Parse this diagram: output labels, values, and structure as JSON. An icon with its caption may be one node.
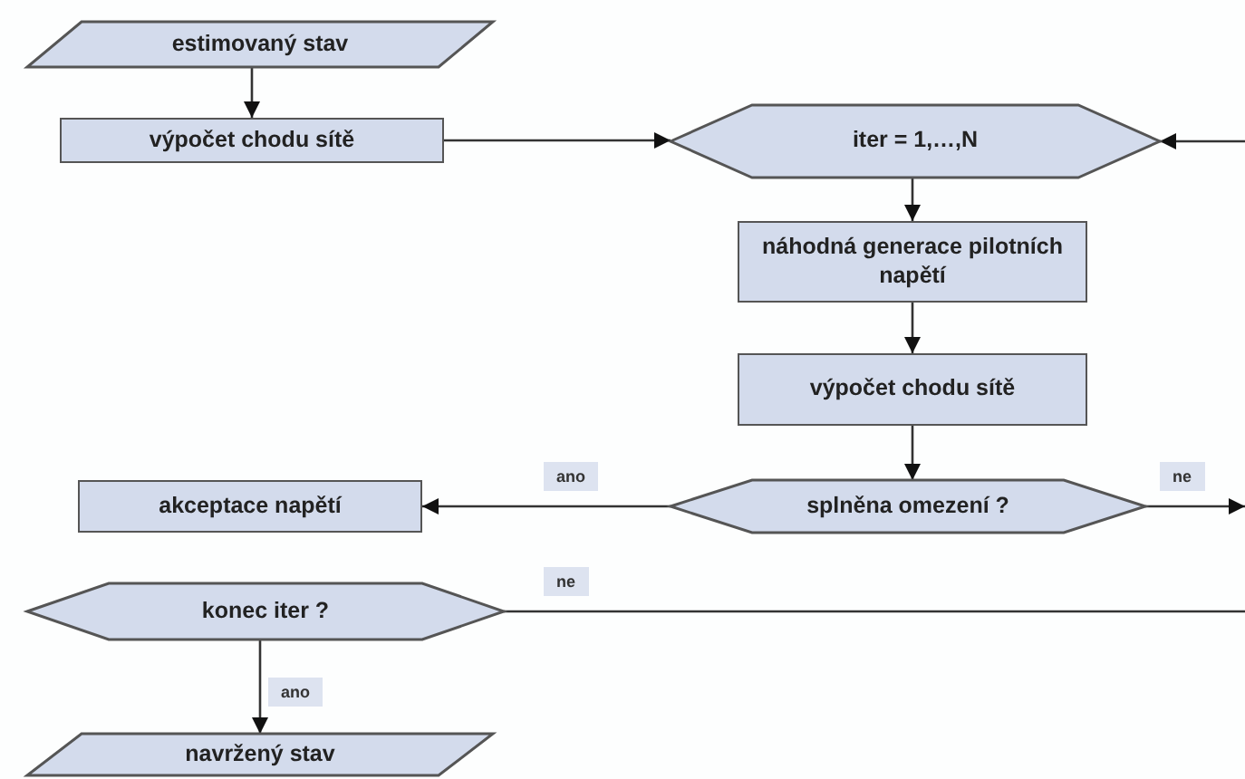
{
  "diagram": {
    "nodes": [
      {
        "text": [
          "estimovaný stav"
        ]
      },
      {
        "text": [
          "výpočet chodu sítě"
        ]
      },
      {
        "text": [
          "iter = 1,…,N"
        ]
      },
      {
        "text": [
          "náhodná generace pilotních napětí"
        ]
      },
      {
        "text": [
          "výpočet chodu sítě"
        ]
      },
      {
        "text": [
          "splněna omezení ?"
        ]
      },
      {
        "text": [
          "akceptace napětí"
        ]
      },
      {
        "text": [
          "konec iter ?"
        ]
      },
      {
        "text": [
          "navržený stav"
        ]
      }
    ],
    "edges": [
      {
        "from": 0,
        "to": 1,
        "arrow": "to"
      },
      {
        "from": 1,
        "to": 2,
        "arrow": "to"
      },
      {
        "from": 2,
        "to": 3,
        "arrow": "to"
      },
      {
        "from": 3,
        "to": 4,
        "arrow": "to"
      },
      {
        "from": 4,
        "to": 5,
        "arrow": "to"
      },
      {
        "from": 5,
        "to": 6,
        "arrow": "to",
        "label": "ano"
      },
      {
        "from": 5,
        "to": null,
        "arrow": "to",
        "label": "ne"
      },
      {
        "from": 7,
        "to": null,
        "arrow": "none",
        "label": "ne"
      },
      {
        "from": 7,
        "to": 8,
        "arrow": "to",
        "label": "ano"
      },
      {
        "from": null,
        "to": 2,
        "arrow": "to"
      }
    ]
  }
}
